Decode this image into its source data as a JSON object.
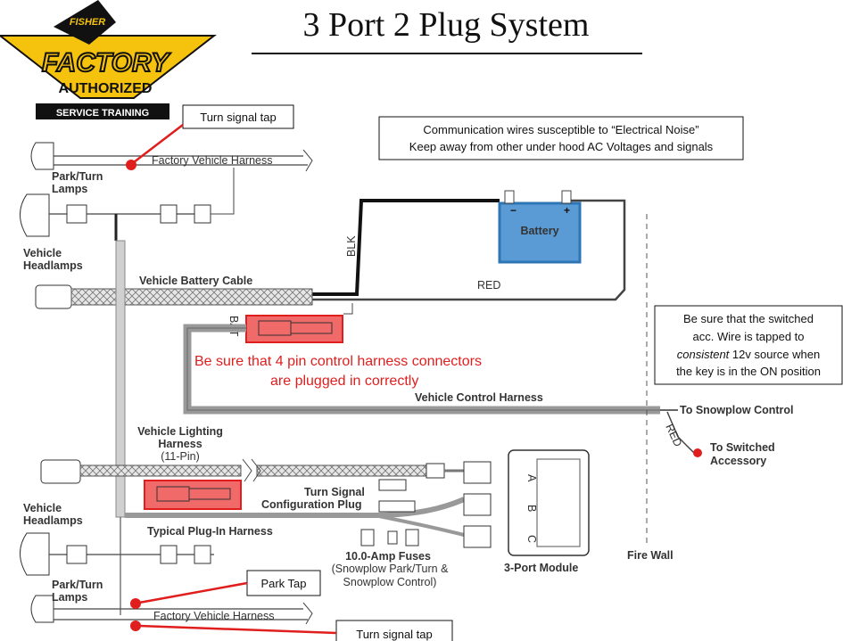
{
  "title": "3 Port 2 Plug System",
  "logo": {
    "brand": "FISHER",
    "line1": "FACTORY",
    "line2": "AUTHORIZED",
    "line3": "SERVICE TRAINING",
    "colors": {
      "gold": "#f5c20e",
      "black": "#111111"
    }
  },
  "callouts": {
    "turn_signal_top": "Turn signal  tap",
    "park_tap": "Park Tap",
    "turn_signal_bottom": "Turn signal  tap"
  },
  "notes": {
    "communication": [
      "Communication wires susceptible to “Electrical Noise”",
      "Keep away from other under hood AC Voltages and signals"
    ],
    "switched": {
      "line1": "Be sure that the switched",
      "line2": "acc. Wire is tapped to",
      "line3_em": "consistent",
      "line3_rest": " 12v source when",
      "line4": "the key is in the ON position"
    },
    "plugged": [
      "Be sure that 4 pin control harness connectors",
      "are plugged in correctly"
    ]
  },
  "labels": {
    "factory_harness_top": "Factory Vehicle Harness",
    "park_turn_top": [
      "Park/Turn",
      "Lamps"
    ],
    "vehicle_headlamps_top": [
      "Vehicle",
      "Headlamps"
    ],
    "battery_cable": "Vehicle Battery Cable",
    "blk": "BLK",
    "red": "RED",
    "battery": "Battery",
    "battery_minus": "−",
    "battery_plus": "+",
    "bat": "BAT",
    "vehicle_control_harness": "Vehicle Control Harness",
    "to_snowplow_control": "To Snowplow Control",
    "red_wire": "RED",
    "to_switched_accessory": [
      "To Switched",
      "Accessory"
    ],
    "vehicle_lighting_harness": [
      "Vehicle Lighting",
      "Harness",
      "(11-Pin)"
    ],
    "turn_signal_config": [
      "Turn Signal",
      "Configuration Plug"
    ],
    "vehicle_headlamps_bottom": [
      "Vehicle",
      "Headlamps"
    ],
    "typical_plugin_harness": "Typical Plug-In Harness",
    "fuses": [
      "10.0-Amp Fuses",
      "(Snowplow Park/Turn &",
      "Snowplow Control)"
    ],
    "three_port_module": "3-Port Module",
    "module_ports": [
      "A",
      "B",
      "C"
    ],
    "park_turn_bottom": [
      "Park/Turn",
      "Lamps"
    ],
    "factory_harness_bottom": "Factory Vehicle Harness",
    "fire_wall": "Fire Wall"
  },
  "colors": {
    "callout_red": "#e01e1e",
    "highlight_red": "#f06a6a",
    "battery_blue": "#5b9bd5",
    "battery_border": "#2e75b6"
  }
}
